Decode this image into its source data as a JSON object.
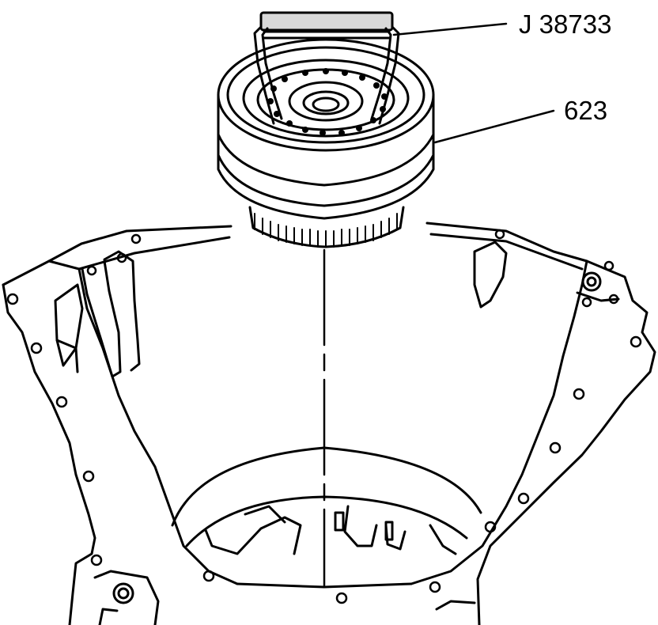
{
  "callouts": {
    "tool": "J 38733",
    "part": "623"
  },
  "colors": {
    "line": "#000000",
    "background": "#ffffff",
    "shade": "#d9d9d9"
  },
  "icons": [
    "clutch-drum-assembly",
    "installer-tool-handle",
    "transmission-case-housing"
  ]
}
